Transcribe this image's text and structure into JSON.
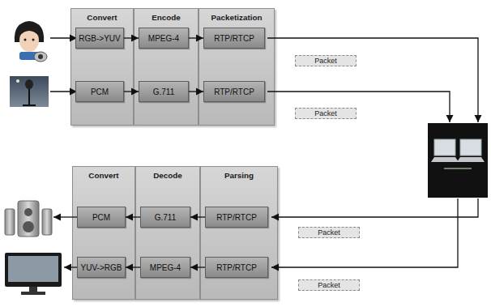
{
  "diagram": {
    "nodes": [
      {
        "text": [
          "Convert"
        ]
      },
      {
        "text": [
          "RGB->YUV"
        ],
        "in": 0
      },
      {
        "text": [
          "PCM"
        ],
        "in": 0
      },
      {
        "text": [
          "Encode"
        ]
      },
      {
        "text": [
          "MPEG-4"
        ],
        "in": 3
      },
      {
        "text": [
          "G.711"
        ],
        "in": 3
      },
      {
        "text": [
          "Packetization"
        ]
      },
      {
        "text": [
          "RTP/RTCP"
        ],
        "in": 6
      },
      {
        "text": [
          "RTP/RTCP"
        ],
        "in": 6
      },
      {
        "text": [
          "Packet"
        ]
      },
      {
        "text": [
          "Packet"
        ]
      },
      {
        "text": [
          "Convert"
        ]
      },
      {
        "text": [
          "PCM"
        ],
        "in": 11
      },
      {
        "text": [
          "YUV->RGB"
        ],
        "in": 11
      },
      {
        "text": [
          "Decode"
        ]
      },
      {
        "text": [
          "G.711"
        ],
        "in": 14
      },
      {
        "text": [
          "MPEG-4"
        ],
        "in": 14
      },
      {
        "text": [
          "Parsing"
        ]
      },
      {
        "text": [
          "RTP/RTCP"
        ],
        "in": 17
      },
      {
        "text": [
          "RTP/RTCP"
        ],
        "in": 17
      },
      {
        "text": [
          "Packet"
        ]
      },
      {
        "text": [
          "Packet"
        ]
      }
    ],
    "edges": [
      {
        "from": 1,
        "to": 4,
        "arrow": "to"
      },
      {
        "from": 4,
        "to": 7,
        "arrow": "to"
      },
      {
        "from": 2,
        "to": 5,
        "arrow": "to"
      },
      {
        "from": 5,
        "to": 8,
        "arrow": "to"
      },
      {
        "from": 18,
        "to": 15,
        "arrow": "to"
      },
      {
        "from": 15,
        "to": 12,
        "arrow": "to"
      },
      {
        "from": 19,
        "to": 16,
        "arrow": "to"
      },
      {
        "from": 16,
        "to": 13,
        "arrow": "to"
      }
    ]
  }
}
